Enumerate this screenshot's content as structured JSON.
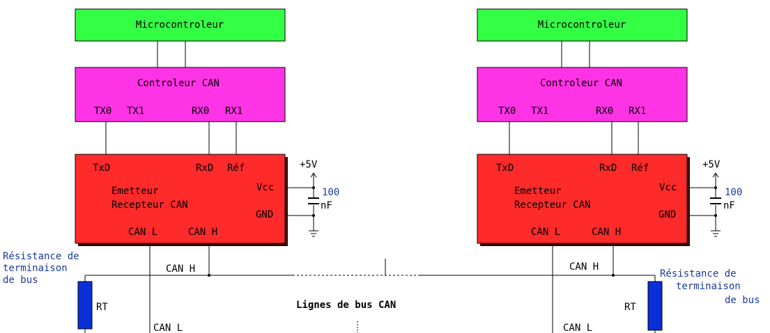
{
  "colors": {
    "microcontroller": "#33ff44",
    "can_controller": "#ff33e6",
    "transceiver": "#ff2a2a",
    "resistor": "#0a2fd8",
    "label_blue": "#1a3a9c"
  },
  "nodes": [
    {
      "microcontroller": "Microcontroleur",
      "controller": {
        "title": "Controleur CAN",
        "tx0": "TX0",
        "tx1": "TX1",
        "rx0": "RX0",
        "rx1": "RX1"
      },
      "transceiver": {
        "txd": "TxD",
        "rxd": "RxD",
        "ref": "Réf",
        "line1": "Emetteur",
        "line2": "Recepteur CAN",
        "vcc": "Vcc",
        "gnd": "GND",
        "can_l": "CAN L",
        "can_h": "CAN H"
      },
      "supply": "+5V",
      "capacitor_value": "100",
      "capacitor_unit": "nF",
      "bus_h": "CAN H",
      "bus_l": "CAN L",
      "termination": {
        "line1": "Résistance de",
        "line2": "terminaison",
        "line3": "de bus",
        "rt": "RT"
      }
    },
    {
      "microcontroller": "Microcontroleur",
      "controller": {
        "title": "Controleur CAN",
        "tx0": "TX0",
        "tx1": "TX1",
        "rx0": "RX0",
        "rx1": "RX1"
      },
      "transceiver": {
        "txd": "TxD",
        "rxd": "RxD",
        "ref": "Réf",
        "line1": "Emetteur",
        "line2": "Recepteur CAN",
        "vcc": "Vcc",
        "gnd": "GND",
        "can_l": "CAN L",
        "can_h": "CAN H"
      },
      "supply": "+5V",
      "capacitor_value": "100",
      "capacitor_unit": "nF",
      "bus_h": "CAN H",
      "bus_l": "CAN L",
      "termination": {
        "line1": "Résistance de",
        "line2": "terminaison",
        "line3": "de bus",
        "rt": "RT"
      }
    }
  ],
  "bus_title": "Lignes de bus CAN"
}
